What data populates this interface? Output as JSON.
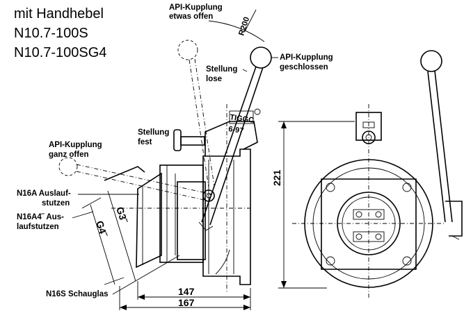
{
  "title": {
    "line1": "mit Handhebel",
    "line2": "N10.7-100S",
    "line3": "N10.7-100SG4"
  },
  "labels": {
    "api_etwas_offen_1": "API-Kupplung",
    "api_etwas_offen_2": "etwas offen",
    "radius": "R200",
    "api_geschlossen_1": "API-Kupplung",
    "api_geschlossen_2": "geschlossen",
    "stellung_lose_1": "Stellung",
    "stellung_lose_2": "lose",
    "stellung_fest_1": "Stellung",
    "stellung_fest_2": "fest",
    "api_ganz_offen_1": "API-Kupplung",
    "api_ganz_offen_2": "ganz offen",
    "part_n16a_1": "N16A  Auslauf-",
    "part_n16a_2": "stutzen",
    "part_n16a4_1": "N16A4˝  Aus-",
    "part_n16a4_2": "laufstutzen",
    "part_n16s": "N16S  Schauglas",
    "plate_1": "TIGGC",
    "plate_2": "6-97",
    "thread_g4": "G4˝",
    "thread_g3": "G3˝"
  },
  "dimensions": {
    "width_147": "147",
    "width_167": "167",
    "height_221": "221"
  }
}
